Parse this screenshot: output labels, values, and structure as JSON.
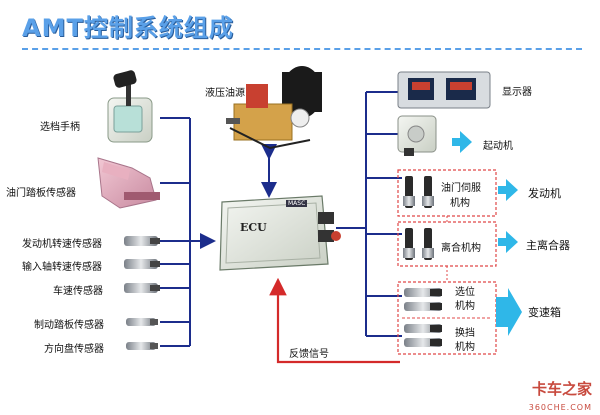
{
  "title": "AMT控制系统组成",
  "ecu": {
    "label": "ECU",
    "tag": "MASC"
  },
  "inputs": {
    "gear_handle": "选档手柄",
    "throttle_sensor": "油门踏板传感器",
    "engine_speed": "发动机转速传感器",
    "input_shaft_speed": "输入轴转速传感器",
    "vehicle_speed": "车速传感器",
    "brake_sensor": "制动踏板传感器",
    "steering_sensor": "方向盘传感器"
  },
  "hydraulic": "液压油源",
  "display": "显示器",
  "starter": "起动机",
  "actuators": {
    "throttle_servo_1": "油门伺服",
    "throttle_servo_2": "机构",
    "clutch_mech": "离合机构",
    "select_1": "选位",
    "select_2": "机构",
    "shift_1": "换挡",
    "shift_2": "机构"
  },
  "outputs": {
    "engine": "发动机",
    "main_clutch": "主离合器",
    "gearbox": "变速箱"
  },
  "feedback": "反馈信号",
  "watermark": {
    "text": "卡车之家",
    "url": "360CHE.COM"
  },
  "colors": {
    "title": "#5aa0e8",
    "line": "#1c2d8c",
    "feedback": "#d42a2a",
    "arrow": "#2fb7e8",
    "dashed": "#e04848"
  }
}
